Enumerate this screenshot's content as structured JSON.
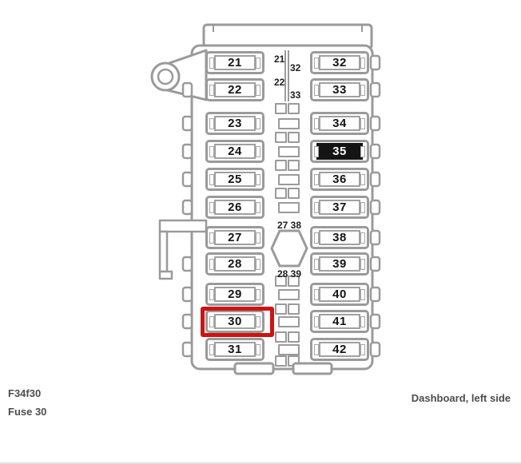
{
  "diagram": {
    "rows": [
      {
        "left": "21",
        "right": "32"
      },
      {
        "left": "22",
        "right": "33"
      },
      {
        "left": "23",
        "right": "34"
      },
      {
        "left": "24",
        "right": "35"
      },
      {
        "left": "25",
        "right": "36"
      },
      {
        "left": "26",
        "right": "37"
      },
      {
        "left": "27",
        "right": "38"
      },
      {
        "left": "28",
        "right": "39"
      },
      {
        "left": "29",
        "right": "40"
      },
      {
        "left": "30",
        "right": "41"
      },
      {
        "left": "31",
        "right": "42"
      }
    ],
    "center_labels": {
      "row1_left": "21",
      "row1_right": "32",
      "row2_left": "22",
      "row2_right": "33",
      "hex_top": "27 38",
      "hex_bottom": "28 39"
    },
    "highlighted_fuse": "30",
    "inverted_fuse": "35",
    "colors": {
      "outline": "#9a9a9a",
      "highlight": "#d01310",
      "inverted_fill": "#141414"
    }
  },
  "footer": {
    "code": "F34f30",
    "fuse": "Fuse 30",
    "location": "Dashboard, left side"
  }
}
